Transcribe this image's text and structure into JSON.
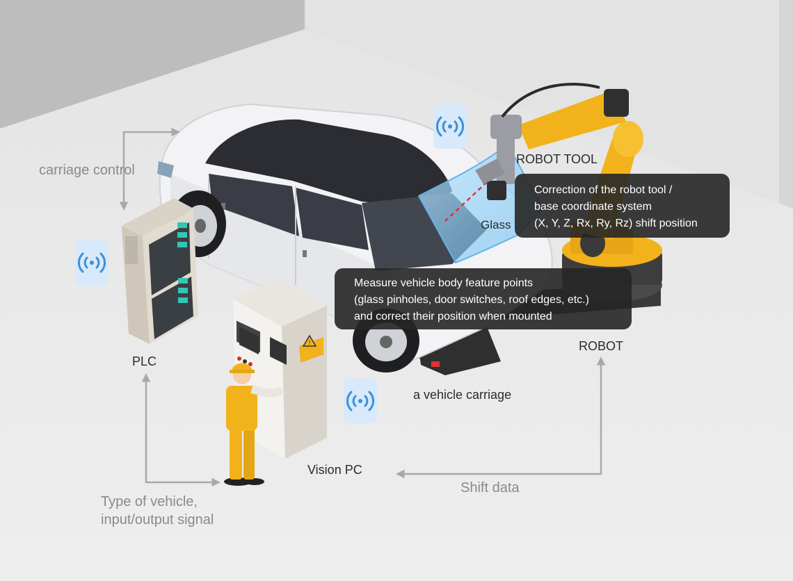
{
  "labels": {
    "carriage_control": "carriage control",
    "plc": "PLC",
    "robot_tool": "ROBOT TOOL",
    "glass": "Glass",
    "robot": "ROBOT",
    "vehicle_carriage": "a vehicle carriage",
    "vision_pc": "Vision PC",
    "shift_data": "Shift data",
    "type_of_vehicle_line1": "Type of vehicle,",
    "type_of_vehicle_line2": "input/output signal"
  },
  "callouts": {
    "robot_correction": [
      "Correction of the robot tool /",
      "base coordinate system",
      "(X, Y, Z, Rx, Ry, Rz) shift position"
    ],
    "measure_body": [
      "Measure vehicle body feature points",
      "(glass pinholes, door switches, roof edges, etc.)",
      "and correct their position when mounted"
    ]
  },
  "colors": {
    "background": "#e9e9e9",
    "wall": "#b9b9b9",
    "robot_yellow": "#f2b21c",
    "wireless_blue": "#3d8fd8",
    "callout_bg": "#262626",
    "arrow_gray": "#a8a8a8"
  },
  "icons": [
    "wireless-signal-icon",
    "warning-triangle-icon"
  ]
}
